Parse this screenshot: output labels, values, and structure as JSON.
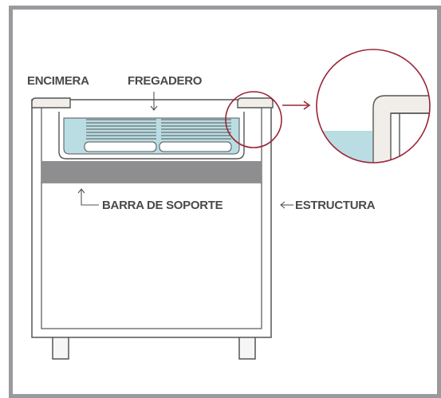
{
  "labels": {
    "countertop": "ENCIMERA",
    "sink": "FREGADERO",
    "support_bar": "BARRA DE SOPORTE",
    "structure": "ESTRUCTURA"
  },
  "colors": {
    "frame_border": "#9a9a9e",
    "water": "#b9dde3",
    "support_bar": "#8e8e90",
    "highlight_circle": "#9b2335",
    "countertop": "#f1eeea",
    "outline": "#555555"
  }
}
